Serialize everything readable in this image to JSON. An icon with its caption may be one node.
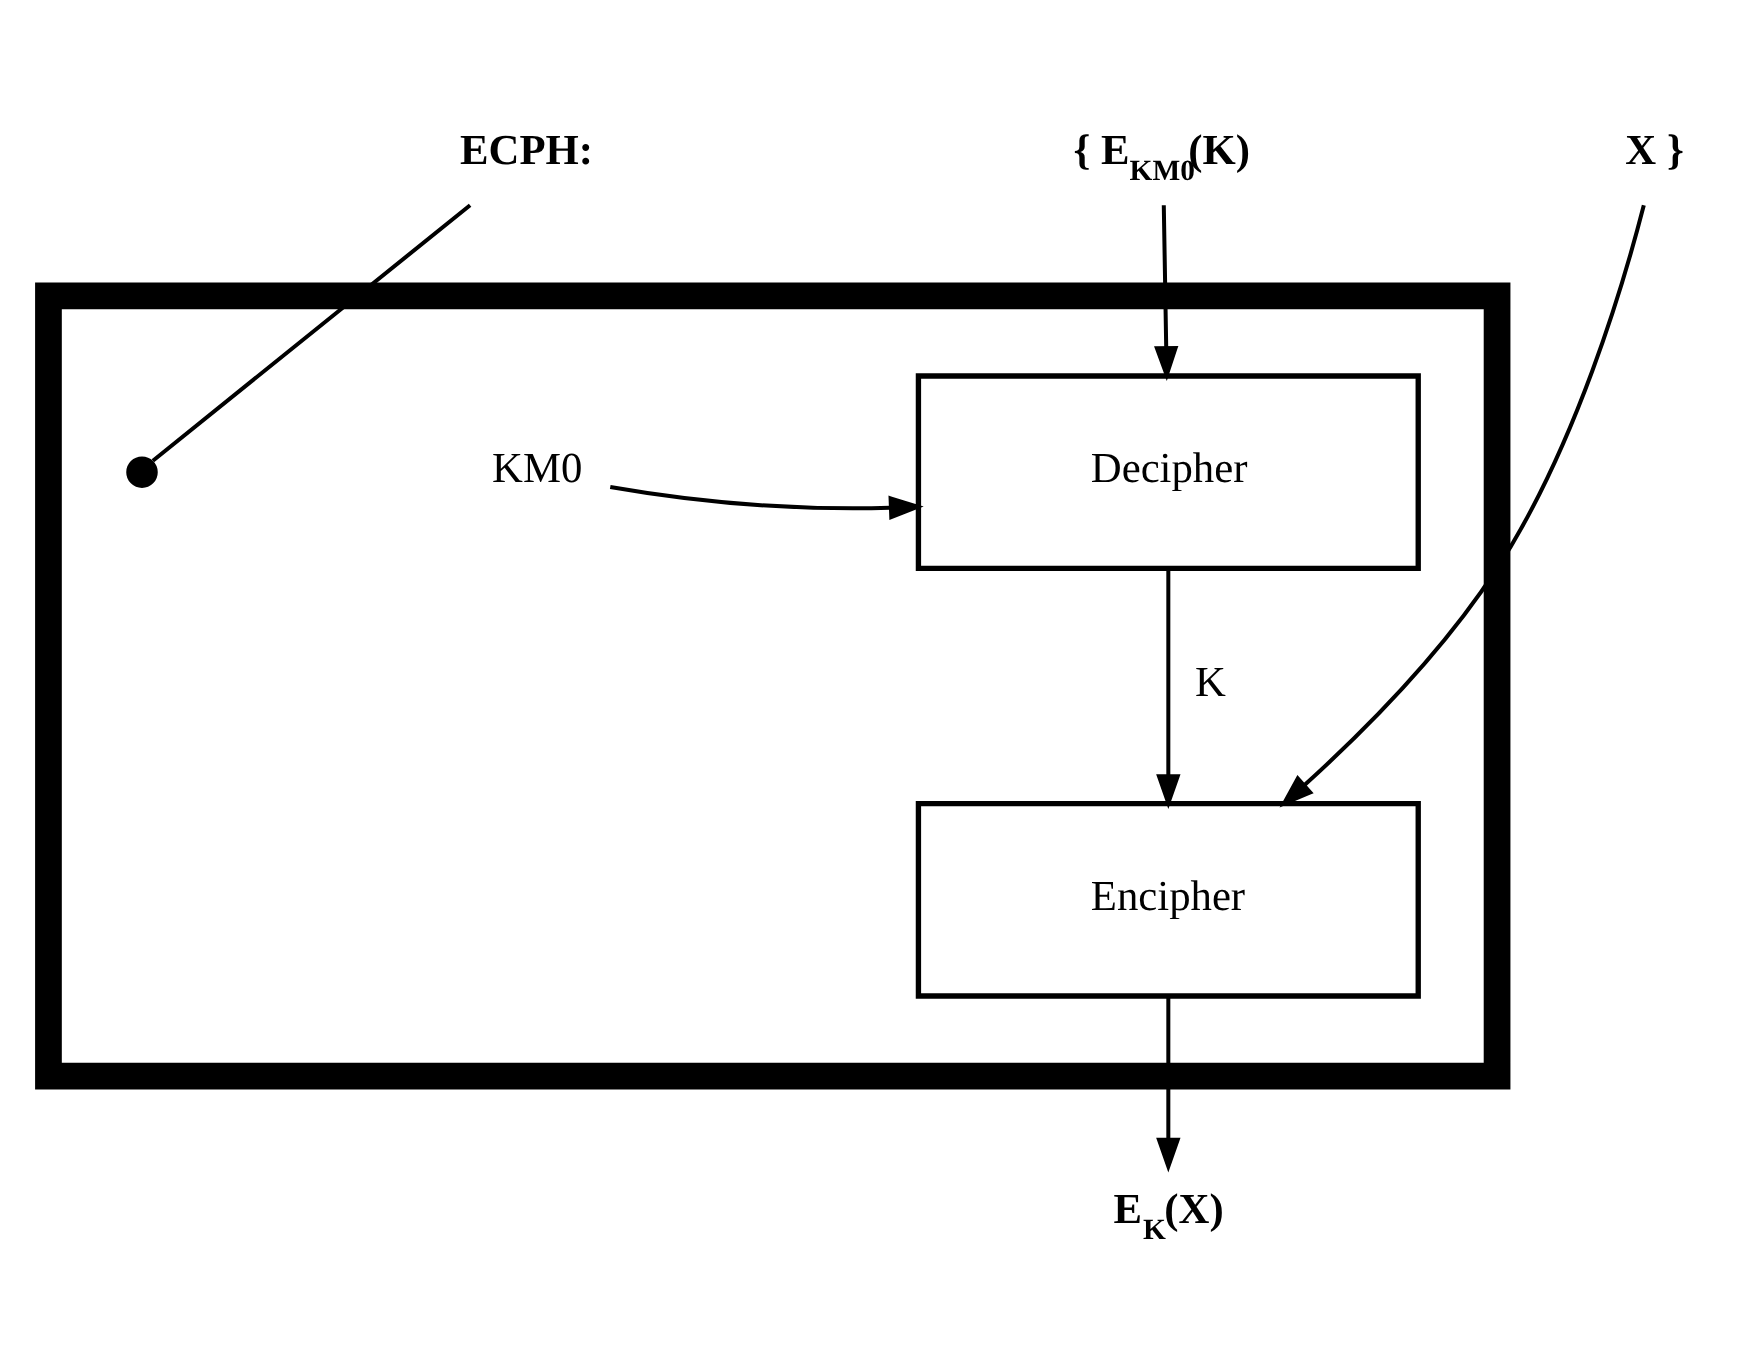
{
  "diagram": {
    "nodes": [
      {
        "text": [],
        "shape": "box"
      },
      {
        "text": [
          "ECPH:"
        ]
      },
      {
        "text": [
          "{ E$_{KM0}$(K)"
        ]
      },
      {
        "text": [
          "X }"
        ]
      },
      {
        "text": [
          "Decipher"
        ],
        "in": 0
      },
      {
        "text": [
          "Encipher"
        ],
        "in": 0
      },
      {
        "text": [
          "KM0"
        ],
        "in": 0
      },
      {
        "text": [
          "E$_{K}$(X)"
        ]
      },
      {
        "text": [],
        "shape": "circle",
        "in": 0
      }
    ],
    "edges": [
      {
        "from": 1,
        "to": 8,
        "arrow": "none"
      },
      {
        "from": 2,
        "to": 4,
        "arrow": "to"
      },
      {
        "from": 3,
        "to": 5,
        "arrow": "to"
      },
      {
        "from": 6,
        "to": 4,
        "arrow": "to"
      },
      {
        "from": 4,
        "to": 5,
        "arrow": "to",
        "label": "K"
      },
      {
        "from": 5,
        "to": 7,
        "arrow": "to"
      }
    ]
  }
}
